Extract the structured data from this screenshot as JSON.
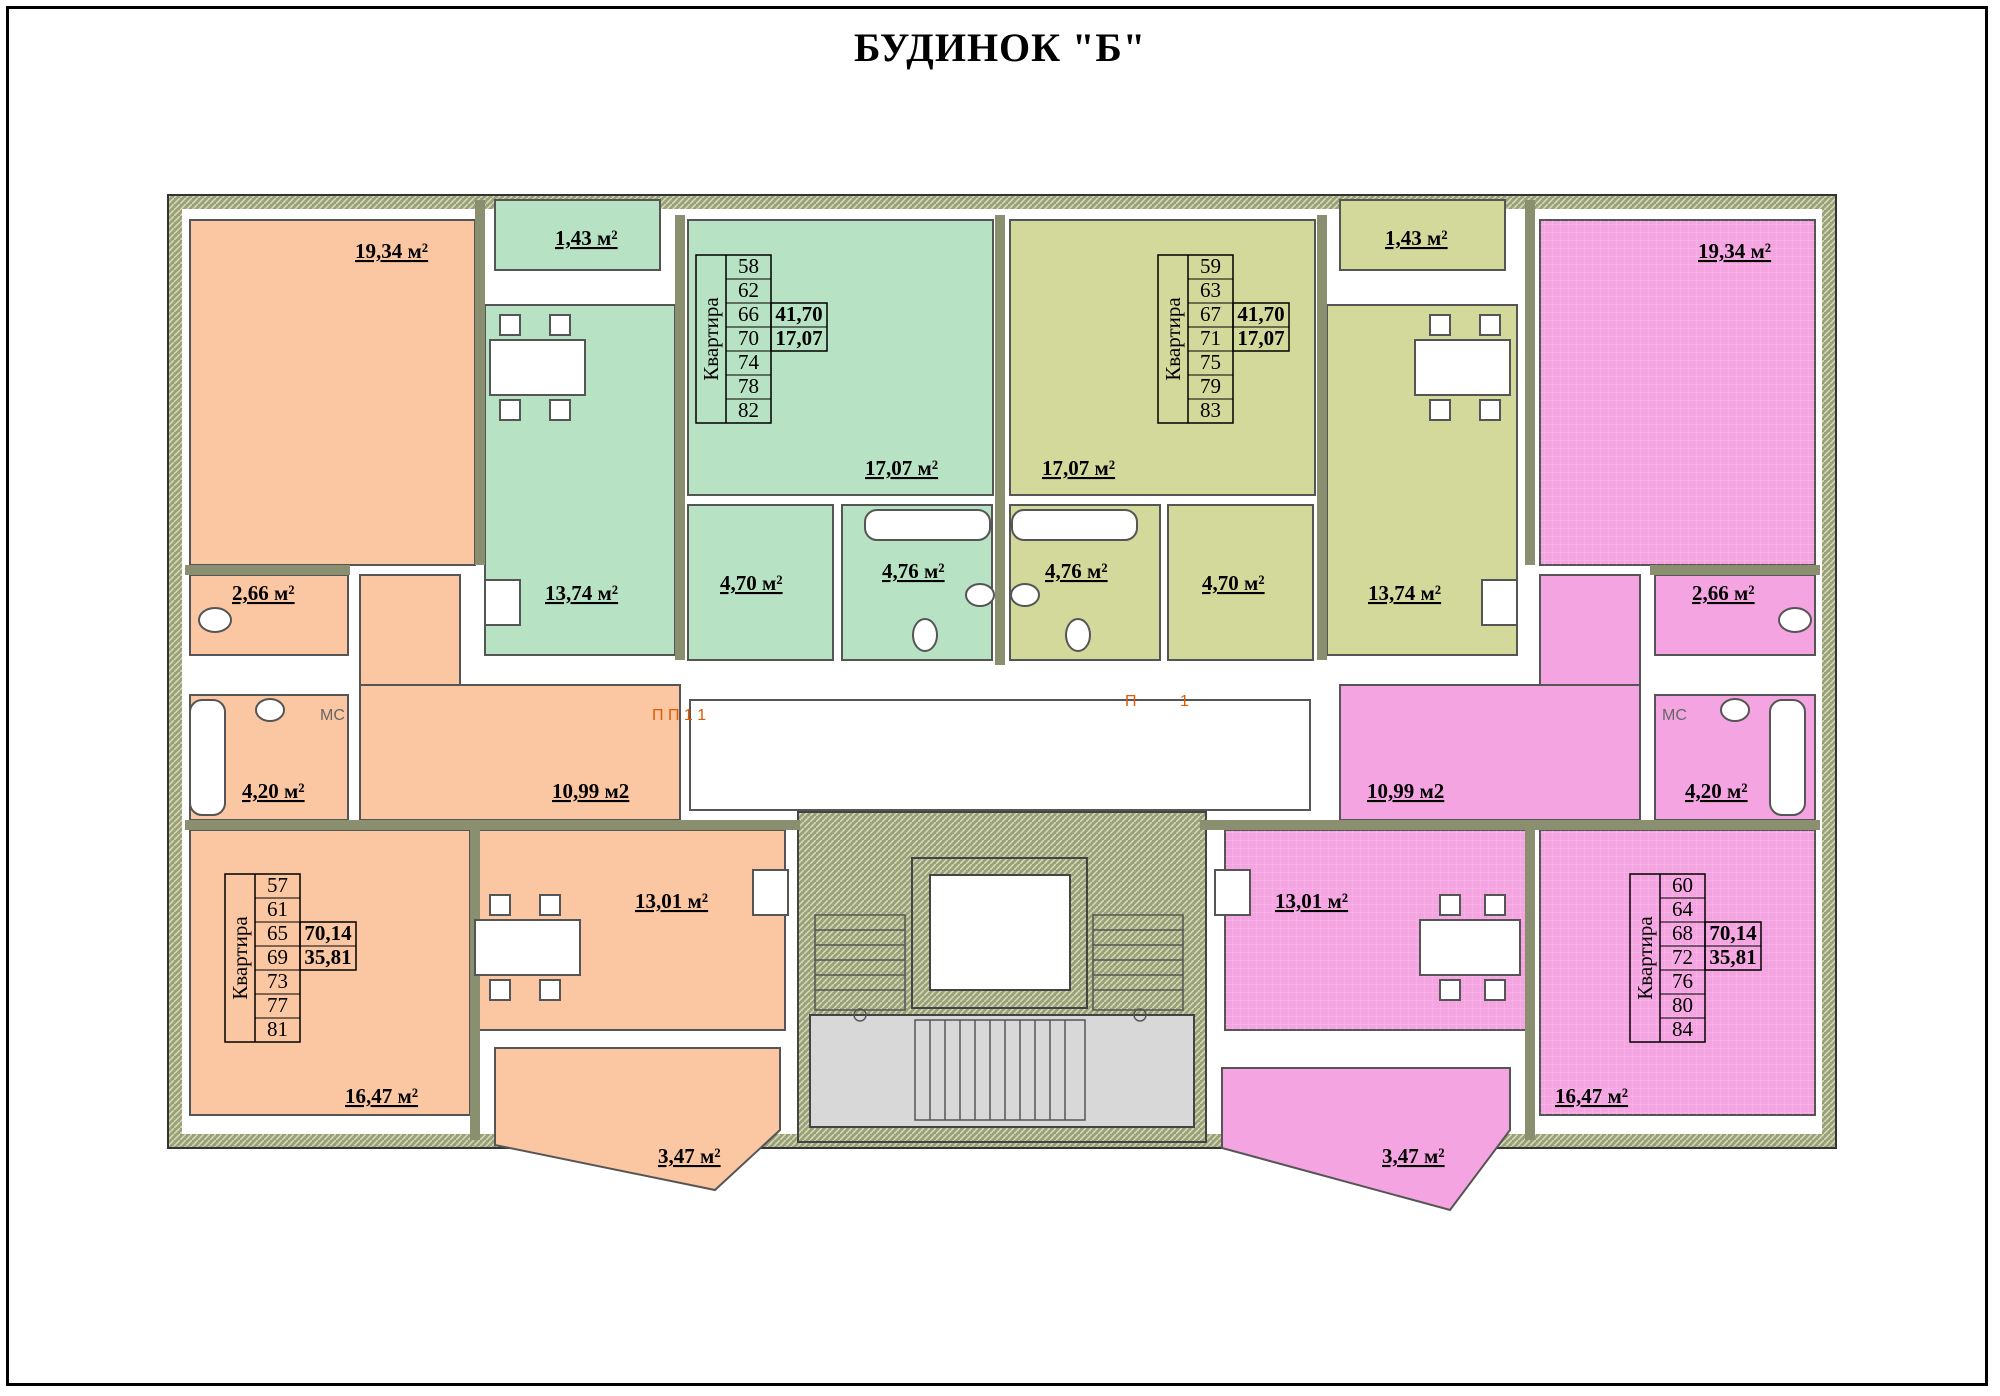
{
  "title": "БУДИНОК \"Б\"",
  "colors": {
    "peach": "#fbc7a2",
    "green": "#b8e2c4",
    "olive": "#d2d99a",
    "pink": "#f4a4e0",
    "wall": "#9aa07a",
    "stair": "#d8d8d8"
  },
  "table_label": "Квартира",
  "rooms": {
    "r1": "19,34 м²",
    "r2": "1,43 м²",
    "r3": "2,66 м²",
    "r4": "4,20 м²",
    "r5": "10,99 м2",
    "r6": "13,74 м²",
    "r7": "4,70 м²",
    "r8": "4,76 м²",
    "r9": "17,07 м²",
    "r10": "13,01 м²",
    "r11": "16,47 м²",
    "r12": "3,47 м²",
    "r13": "17,07 м²",
    "r14": "4,76 м²",
    "r15": "4,70 м²",
    "r16": "13,74 м²",
    "r17": "1,43 м²",
    "r18": "19,34 м²",
    "r19": "2,66 м²",
    "r20": "4,20 м²",
    "r21": "10,99 м2",
    "r22": "13,01 м²",
    "r23": "16,47 м²",
    "r24": "3,47 м²"
  },
  "tables": {
    "t1": {
      "numbers": [
        "58",
        "62",
        "66",
        "70",
        "74",
        "78",
        "82"
      ],
      "total": "41,70",
      "living": "17,07"
    },
    "t2": {
      "numbers": [
        "59",
        "63",
        "67",
        "71",
        "75",
        "79",
        "83"
      ],
      "total": "41,70",
      "living": "17,07"
    },
    "t3": {
      "numbers": [
        "57",
        "61",
        "65",
        "69",
        "73",
        "77",
        "81"
      ],
      "total": "70,14",
      "living": "35,81"
    },
    "t4": {
      "numbers": [
        "60",
        "64",
        "68",
        "72",
        "76",
        "80",
        "84"
      ],
      "total": "70,14",
      "living": "35,81"
    }
  },
  "marks": {
    "ms_left": "МС",
    "ms_right": "МС",
    "pp_left": "П П 1 1",
    "p_right": "П",
    "one_right": "1"
  }
}
